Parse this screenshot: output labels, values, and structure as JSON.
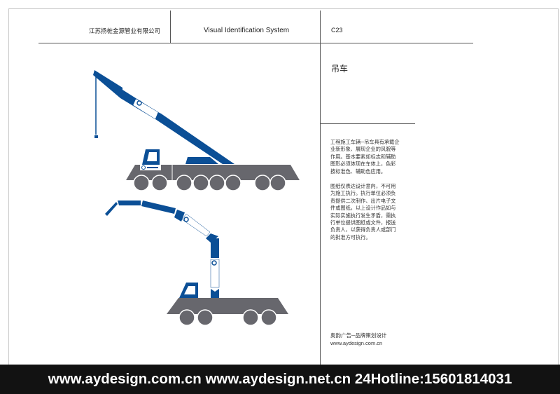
{
  "header": {
    "company": "江苏扬桩金源管业有限公司",
    "system": "Visual Identification System",
    "code": "C23"
  },
  "section_title": "吊车",
  "description": [
    "工程施工车辆─吊车具有承载企业新形象、展现企业的风貌等作用。基本要素如标志和辅助图形必须体现在车体上，色彩按标准色、辅助色应用。",
    "图纸仅表达设计意向，不可用为施工执行。执行单位必须负责提供二次制作、出片电子文件或图纸，以上设计作品如与实际实施执行发生矛盾，需执行单位提供图纸或文件，报送负责人，以获得负责人或部门的批准方可执行。"
  ],
  "credit": {
    "name": "奥韵广告─品牌策划设计",
    "url": "www.aydesign.com.cn"
  },
  "footer_banner": "www.aydesign.com.cn www.aydesign.net.cn 24Hotline:15601814031",
  "colors": {
    "brand_blue": "#0b4f96",
    "body_gray": "#67676d",
    "logo_green": "#5cb531"
  }
}
